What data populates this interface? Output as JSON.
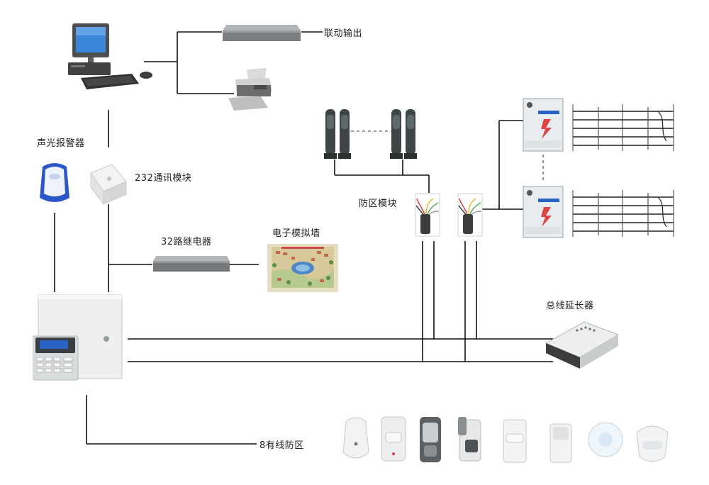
{
  "labels": {
    "linkage_output": "联动输出",
    "sound_light_alarm": "声光报警器",
    "comm_module_232": "232通讯模块",
    "relay_32": "32路继电器",
    "e_map_wall": "电子模拟墙",
    "zone_module": "防区模块",
    "bus_extender": "总线延长器",
    "wired_zones_8": "8有线防区"
  },
  "colors": {
    "wire": "#111111",
    "device_gray": "#7b7e80",
    "panel_white": "#eef0ee",
    "lcd_blue": "#2a63c6",
    "siren_blue": "#2b57c9",
    "fence_gray": "#9aa0a4"
  },
  "icons": {
    "computer": "computer-icon",
    "printer": "printer-icon",
    "linkage_box": "linkage-box-icon",
    "siren": "siren-icon",
    "comm_module": "comm-module-icon",
    "relay_box": "relay-box-icon",
    "map": "site-map-icon",
    "alarm_panel": "alarm-panel-icon",
    "beam_detectors": "infrared-beam-detector-icon",
    "zone_module": "zone-module-icon",
    "fence_controller": "electric-fence-controller-icon",
    "fence": "electric-fence-icon",
    "bus_extender": "bus-extender-icon",
    "sensors": "motion-sensor-icon"
  }
}
